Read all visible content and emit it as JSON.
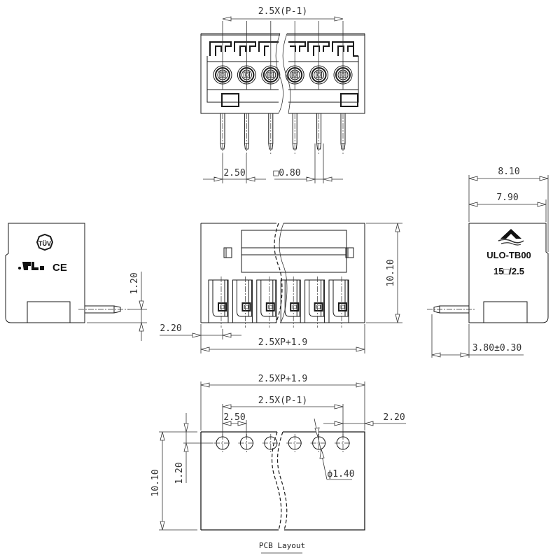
{
  "drawing": {
    "type": "terminal block connector technical drawing",
    "views": [
      "top-view",
      "front-view",
      "left-side-view",
      "right-side-view",
      "pcb-layout"
    ],
    "pin_count_shown": 6
  },
  "top_view": {
    "dim_pitch_span": "2.5X(P-1)",
    "dim_pitch": "2.50",
    "dim_pin_square": "□0.80"
  },
  "front_view": {
    "dim_height": "10.10",
    "dim_edge_offset": "2.20",
    "dim_total_width": "2.5XP+1.9"
  },
  "left_side_view": {
    "marks": [
      "TÜV",
      "cURus",
      "CE"
    ],
    "tuv_label": "TÜV",
    "ce_label": "CE",
    "dim_pin_offset": "1.20"
  },
  "right_side_view": {
    "model_label": "ULO-TB00",
    "rating_label": "15□/2.5",
    "dim_outer_width": "8.10",
    "dim_inner_width": "7.90",
    "dim_pin_protrusion": "3.80±0.30"
  },
  "pcb_layout": {
    "dim_total_width": "2.5XP+1.9",
    "dim_pitch_span": "2.5X(P-1)",
    "dim_pitch": "2.50",
    "dim_edge_offset": "2.20",
    "dim_hole_offset": "1.20",
    "dim_height": "10.10",
    "dim_hole_diameter": "ϕ1.40",
    "caption": "PCB Layout"
  }
}
